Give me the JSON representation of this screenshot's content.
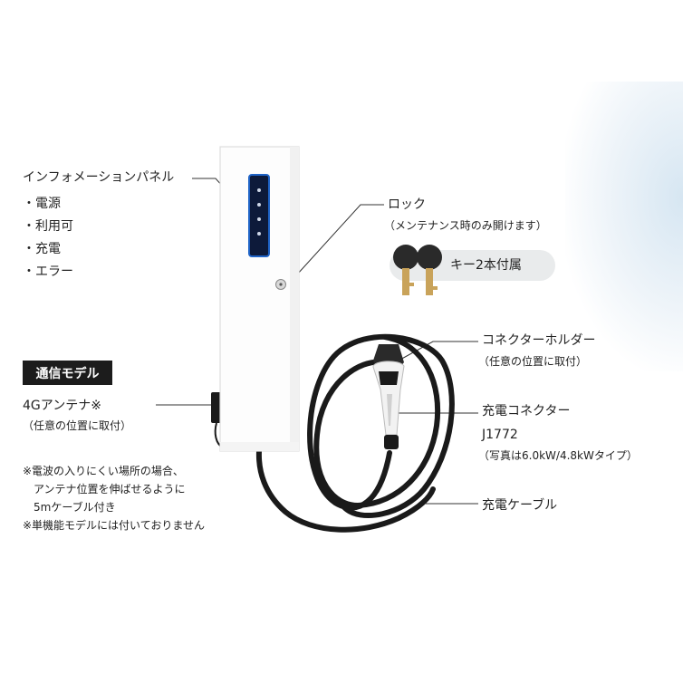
{
  "info_panel": {
    "title": "インフォメーションパネル",
    "items": [
      "・電源",
      "・利用可",
      "・充電",
      "・エラー"
    ]
  },
  "lock": {
    "title": "ロック",
    "note": "（メンテナンス時のみ開けます）",
    "key_label": "キー2本付属"
  },
  "comm_model": {
    "badge": "通信モデル",
    "antenna": "4Gアンテナ※",
    "antenna_note": "（任意の位置に取付）"
  },
  "footnotes": [
    "※電波の入りにくい場所の場合、",
    "　アンテナ位置を伸ばせるように",
    "　5mケーブル付き",
    "※単機能モデルには付いておりません"
  ],
  "connector_holder": {
    "title": "コネクターホルダー",
    "note": "（任意の位置に取付）"
  },
  "charge_connector": {
    "title": "充電コネクター",
    "standard": "J1772",
    "note": "（写真は6.0kW/4.8kWタイプ）"
  },
  "charge_cable": {
    "title": "充電ケーブル"
  }
}
